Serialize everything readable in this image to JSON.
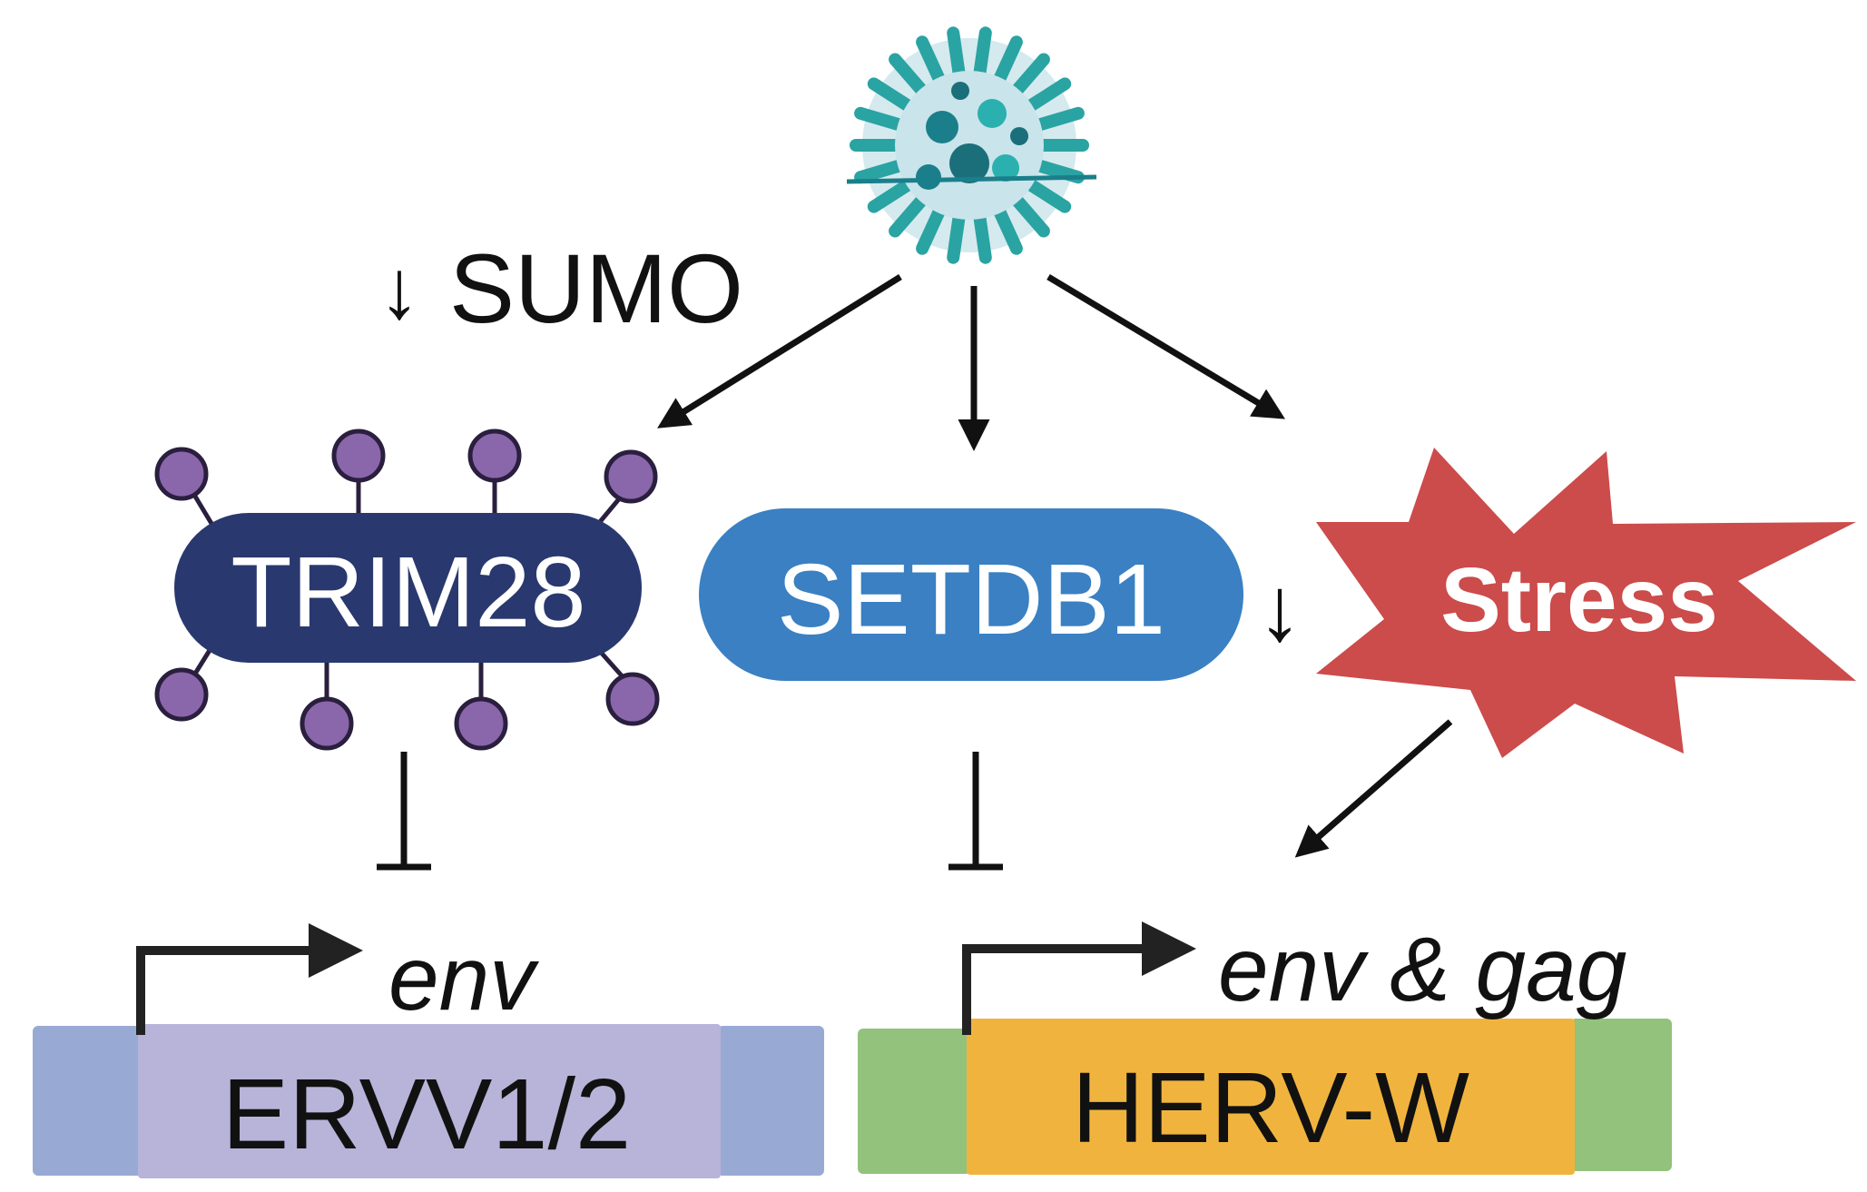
{
  "pathogen": {
    "icon": "virus-icon"
  },
  "annotations": {
    "sumo": "SUMO",
    "decrease_symbol": "↓"
  },
  "nodes": {
    "trim28": {
      "label": "TRIM28",
      "color": "#29386e",
      "decoration_color": "#8a66ab"
    },
    "setdb1": {
      "label": "SETDB1",
      "color": "#3a80c3"
    },
    "stress": {
      "label": "Stress",
      "color": "#cc4b4b"
    }
  },
  "genes": {
    "ervv": {
      "label": "ERVV1/2",
      "transcript": "env",
      "body_color": "#b8b3d8",
      "flank_color": "#98aad4"
    },
    "herv": {
      "label": "HERV-W",
      "transcript": "env & gag",
      "body_color": "#f0b43e",
      "flank_color": "#92c27b"
    }
  },
  "edges": [
    {
      "from": "virus",
      "to": "TRIM28",
      "type": "activation"
    },
    {
      "from": "virus",
      "to": "SETDB1",
      "type": "activation"
    },
    {
      "from": "virus",
      "to": "Stress",
      "type": "activation"
    },
    {
      "from": "TRIM28",
      "to": "ERVV1/2",
      "type": "inhibition"
    },
    {
      "from": "SETDB1",
      "to": "HERV-W",
      "type": "inhibition"
    },
    {
      "from": "Stress",
      "to": "HERV-W",
      "type": "activation"
    }
  ]
}
